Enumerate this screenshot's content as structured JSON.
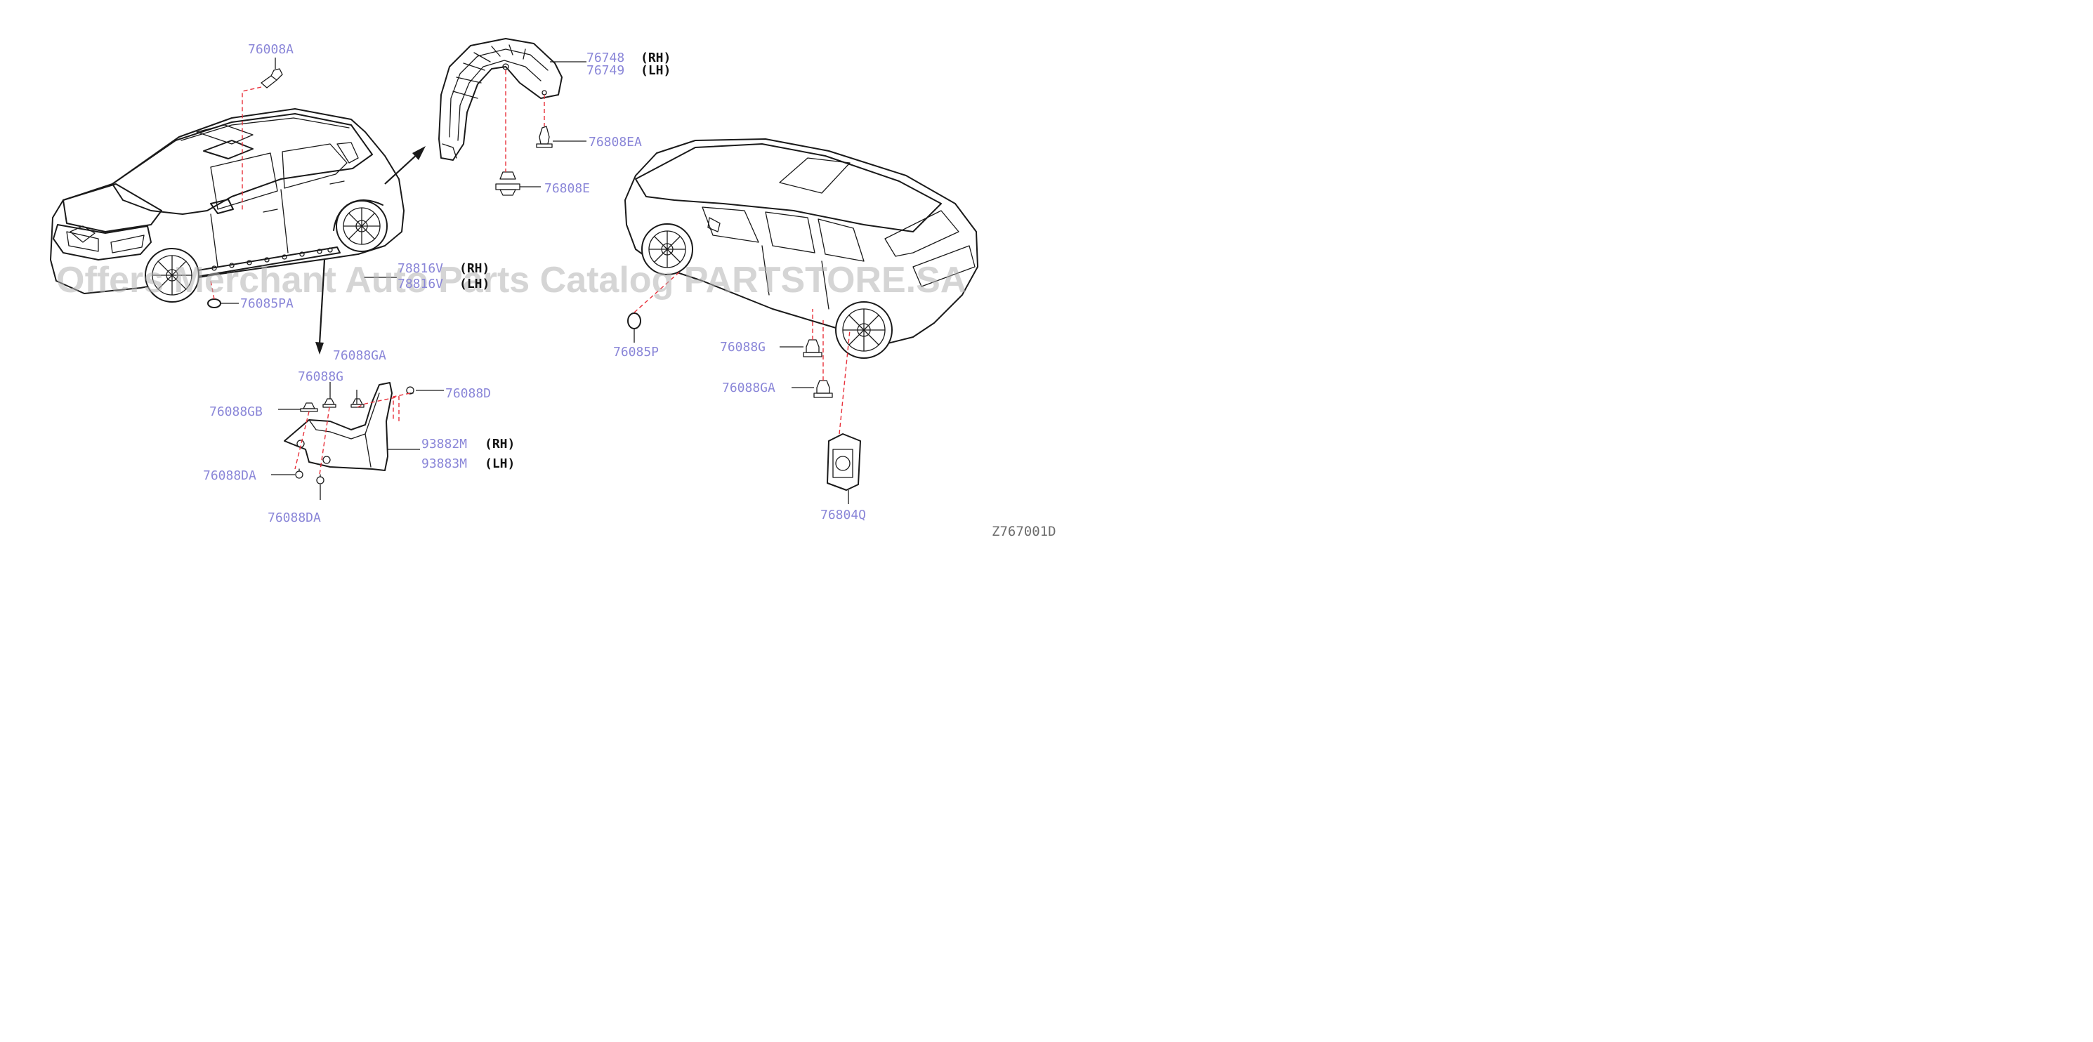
{
  "diagram": {
    "code": "Z767001D",
    "watermark": "Offers Merchant Auto Parts Catalog PARTSTORE.SA",
    "colors": {
      "label": "#8a86d8",
      "leader": "#1a1a1a",
      "dashed_line": "#e8303a",
      "watermark": "#b4b4b4"
    },
    "parts": {
      "p76008A": "76008A",
      "p76748": "76748",
      "p76749": "76749",
      "p76808EA": "76808EA",
      "p76808E": "76808E",
      "p78816V": "78816V",
      "p78817V": "78816V",
      "p76085PA": "76085PA",
      "p76085P": "76085P",
      "p76088GA_top": "76088GA",
      "p76088G_top": "76088G",
      "p76088D": "76088D",
      "p76088GB": "76088GB",
      "p93882M": "93882M",
      "p93883M": "93883M",
      "p76088DA_left": "76088DA",
      "p76088DA_bottom": "76088DA",
      "p76088G_right": "76088G",
      "p76088GA_right": "76088GA",
      "p76804Q": "76804Q"
    },
    "sides": {
      "rh": "(RH)",
      "lh": "(LH)"
    }
  }
}
